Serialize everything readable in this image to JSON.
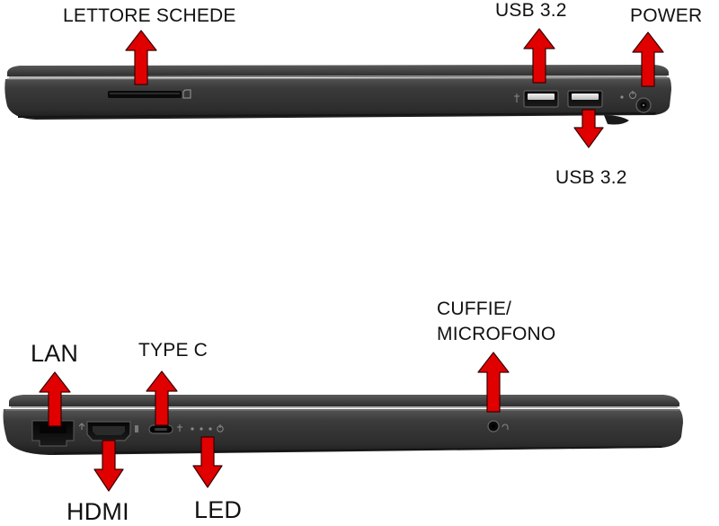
{
  "labels": {
    "lettore_schede": "LETTORE SCHEDE",
    "usb_top": "USB 3.2",
    "power": "POWER",
    "usb_bottom": "USB 3.2",
    "cuffie_line1": "CUFFIE/",
    "cuffie_line2": "MICROFONO",
    "lan": "LAN",
    "type_c": "TYPE C",
    "hdmi": "HDMI",
    "led": "LED"
  },
  "colors": {
    "arrow": "#e00000",
    "arrow_outline": "#3a0000",
    "chassis_dark": "#2b2b2b",
    "chassis_mid": "#3a3a3a",
    "chassis_light": "#4a4a4a",
    "port": "#0d0d0d",
    "text": "#111111"
  }
}
